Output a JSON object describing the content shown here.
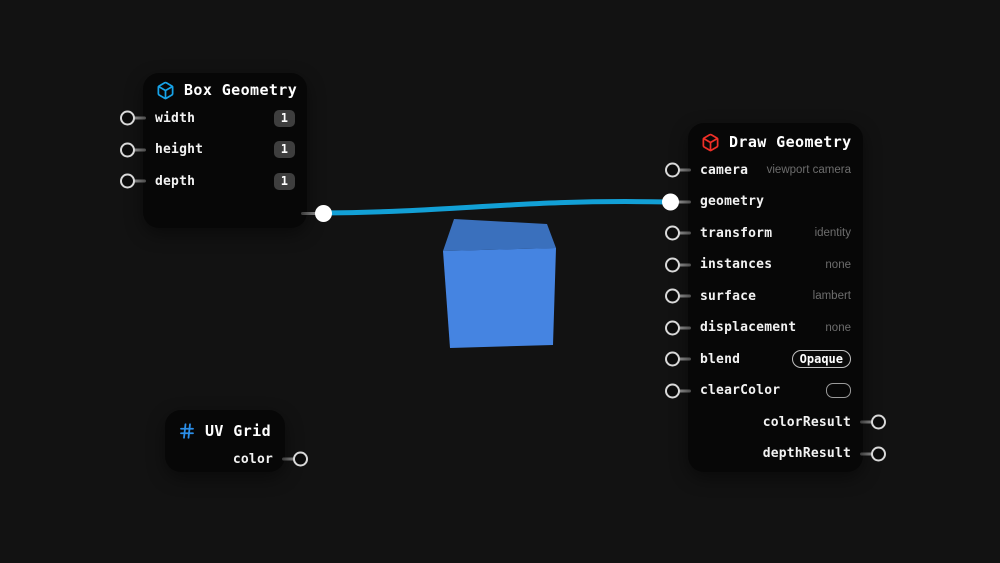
{
  "canvas": {
    "background": "#121212",
    "node_background": "#070707",
    "wire_color": "#12a0d6",
    "hint_color": "#6d6d6d"
  },
  "nodes": [
    {
      "title": "Box Geometry",
      "icon": "box-icon",
      "icon_color": "#17a3e8",
      "inputs": [
        {
          "label": "width",
          "value": "1"
        },
        {
          "label": "height",
          "value": "1"
        },
        {
          "label": "depth",
          "value": "1"
        }
      ],
      "outputs": [
        {
          "connected": true
        }
      ]
    },
    {
      "title": "Draw Geometry",
      "icon": "box-icon",
      "icon_color": "#ee2f27",
      "inputs": [
        {
          "label": "camera",
          "hint": "viewport camera"
        },
        {
          "label": "geometry",
          "connected": true
        },
        {
          "label": "transform",
          "hint": "identity"
        },
        {
          "label": "instances",
          "hint": "none"
        },
        {
          "label": "surface",
          "hint": "lambert"
        },
        {
          "label": "displacement",
          "hint": "none"
        },
        {
          "label": "blend",
          "control": "Opaque"
        },
        {
          "label": "clearColor",
          "swatch": true
        }
      ],
      "outputs": [
        {
          "label": "colorResult"
        },
        {
          "label": "depthResult"
        }
      ]
    },
    {
      "title": "UV Grid",
      "icon": "hash-icon",
      "icon_color": "#2b8ee8",
      "outputs": [
        {
          "label": "color"
        }
      ]
    }
  ],
  "viewport": {
    "cube_top": "#3a70bd",
    "cube_front": "#4584e1"
  }
}
